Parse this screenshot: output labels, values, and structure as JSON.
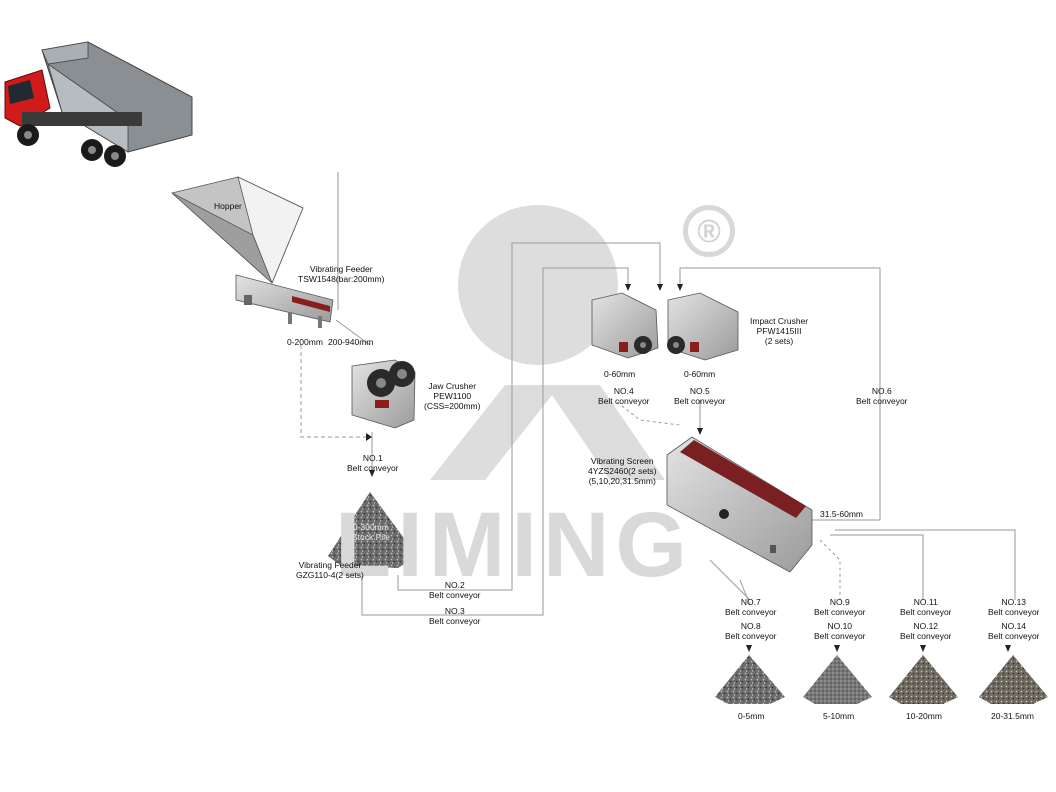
{
  "watermark": {
    "brand": "LIMING",
    "registered_mark": "®"
  },
  "equipment": {
    "hopper": "Hopper",
    "vibrating_feeder": [
      "Vibrating Feeder",
      "TSW1548(bar:200mm)"
    ],
    "jaw_crusher": [
      "Jaw Crusher",
      "PEW1100",
      "(CSS=200mm)"
    ],
    "stock_pile": [
      "0-300mm",
      "Stock Pile"
    ],
    "vibrating_feeder_2": [
      "Vibrating Feeder",
      "GZG110-4(2 sets)"
    ],
    "impact_crusher": [
      "Impact Crusher",
      "PFW1415III",
      "(2 sets)"
    ],
    "vibrating_screen": [
      "Vibrating Screen",
      "4YZS2460(2 sets)",
      "(5,10,20,31.5mm)"
    ]
  },
  "sizes": {
    "feeder_undersize": "0-200mm",
    "feeder_oversize": "200-940mm",
    "impact_out_1": "0-60mm",
    "impact_out_2": "0-60mm",
    "screen_oversize": "31.5-60mm"
  },
  "conveyors": {
    "no1": [
      "NO.1",
      "Belt conveyor"
    ],
    "no2": [
      "NO.2",
      "Belt conveyor"
    ],
    "no3": [
      "NO.3",
      "Belt conveyor"
    ],
    "no4": [
      "NO.4",
      "Belt conveyor"
    ],
    "no5": [
      "NO.5",
      "Belt conveyor"
    ],
    "no6": [
      "NO.6",
      "Belt conveyor"
    ],
    "no7": [
      "NO.7",
      "Belt conveyor"
    ],
    "no8": [
      "NO.8",
      "Belt conveyor"
    ],
    "no9": [
      "NO.9",
      "Belt conveyor"
    ],
    "no10": [
      "NO.10",
      "Belt conveyor"
    ],
    "no11": [
      "NO.11",
      "Belt conveyor"
    ],
    "no12": [
      "NO.12",
      "Belt conveyor"
    ],
    "no13": [
      "NO.13",
      "Belt conveyor"
    ],
    "no14": [
      "NO.14",
      "Belt conveyor"
    ]
  },
  "products": [
    "0-5mm",
    "5-10mm",
    "10-20mm",
    "20-31.5mm"
  ],
  "colors": {
    "truck_cab": "#d11b1b",
    "equipment_grey": "#a9a9a9",
    "screen_deck": "#7a1f22",
    "flow_line": "#9a9a9a",
    "watermark": "#d9d9d9"
  }
}
